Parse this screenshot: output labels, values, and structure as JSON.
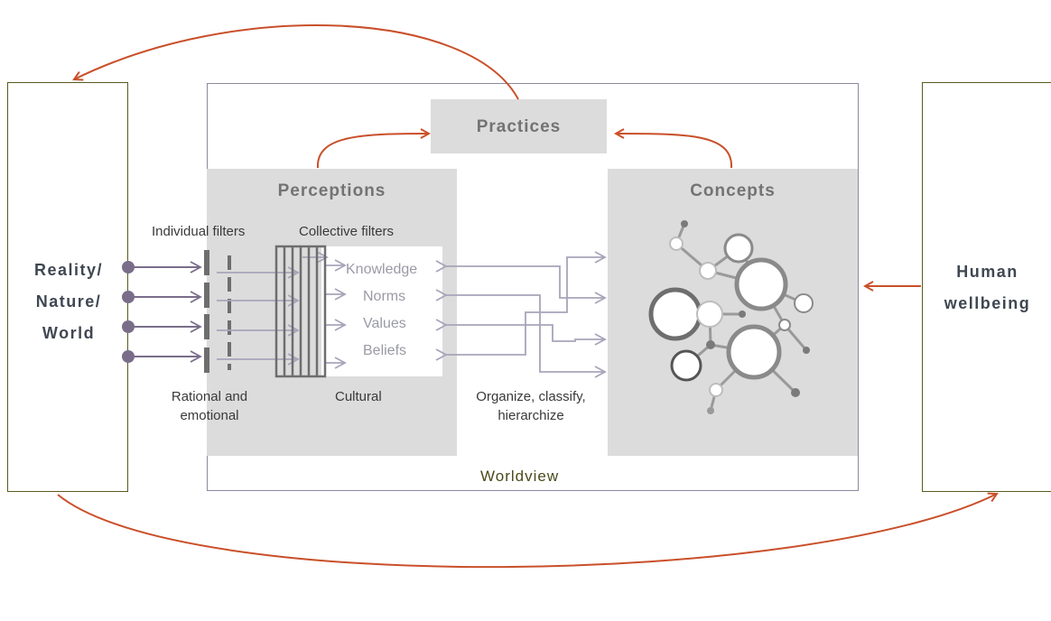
{
  "left_box": {
    "label": "Reality/\nNature/\nWorld"
  },
  "right_box": {
    "label": "Human\nwellbeing"
  },
  "practices": {
    "title": "Practices"
  },
  "perceptions": {
    "title": "Perceptions"
  },
  "concepts": {
    "title": "Concepts"
  },
  "filters": {
    "individual_label": "Individual filters",
    "collective_label": "Collective filters",
    "rational_label": "Rational and\nemotional",
    "cultural_label": "Cultural",
    "items": [
      "Knowledge",
      "Norms",
      "Values",
      "Beliefs"
    ]
  },
  "organize_label": "Organize, classify,\nhierarchize",
  "worldview_label": "Worldview",
  "colors": {
    "arrow_orange": "#c9502a",
    "arrow_grey": "#a9a4ba",
    "dot_purple": "#7a6d8a",
    "panel": "#dcdcdc",
    "box_border": "#5a5a1e"
  }
}
